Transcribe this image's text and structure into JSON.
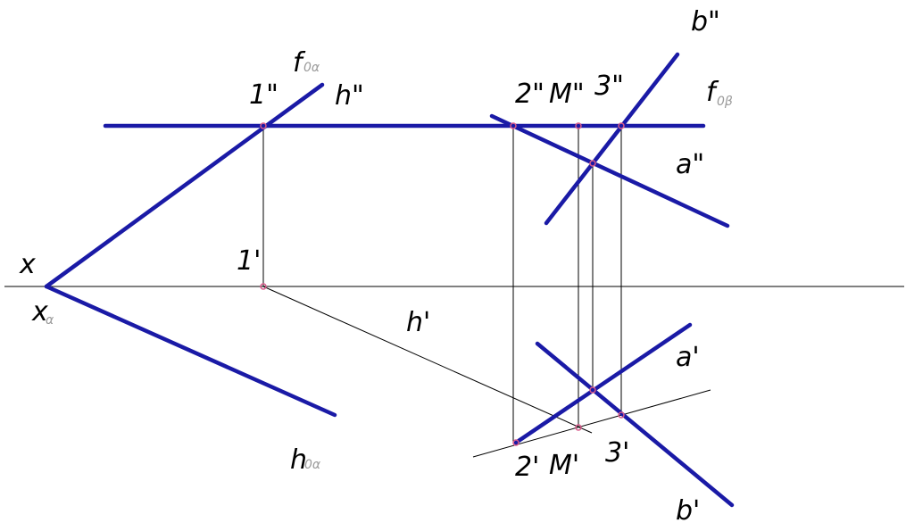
{
  "colors": {
    "line": "#1a1aa6",
    "construction": "#000000",
    "point": "#d85a8a",
    "subscript": "#9a9a9a"
  },
  "labels": {
    "x": "x",
    "x_alpha": "x",
    "x_alpha_sub": "α",
    "f_alpha": "f",
    "f_alpha_sub": "0α",
    "f_beta": "f",
    "f_beta_sub": "0β",
    "h_alpha": "h",
    "h_alpha_sub": "0α",
    "one_front": "1\"",
    "one_top": "1'",
    "h_front": "h\"",
    "h_top": "h'",
    "two_front": "2\"",
    "m_front": "M\"",
    "three_front": "3\"",
    "a_front": "a\"",
    "b_front": "b\"",
    "a_top": "a'",
    "b_top": "b'",
    "two_top": "2'",
    "m_top": "M'",
    "three_top": "3'"
  }
}
